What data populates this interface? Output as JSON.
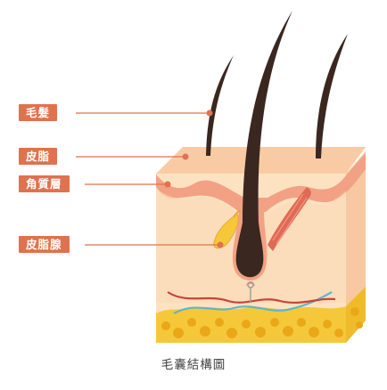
{
  "labels": {
    "hair": "毛髮",
    "sebum": "皮脂",
    "stratum_corneum": "角質層",
    "sebaceous_gland": "皮脂腺"
  },
  "caption": "毛囊結構圖",
  "colors": {
    "label_bg": "#e0724f",
    "leader_line": "#e0724f",
    "skin_front": "#fde2c2",
    "skin_top": "#f9cba5",
    "epidermis": "#f2a184",
    "hair": "#3a2720",
    "fat": "#f5c83a",
    "artery": "#c8433a",
    "vein": "#5eb7c6",
    "muscle": "#e06a55"
  }
}
